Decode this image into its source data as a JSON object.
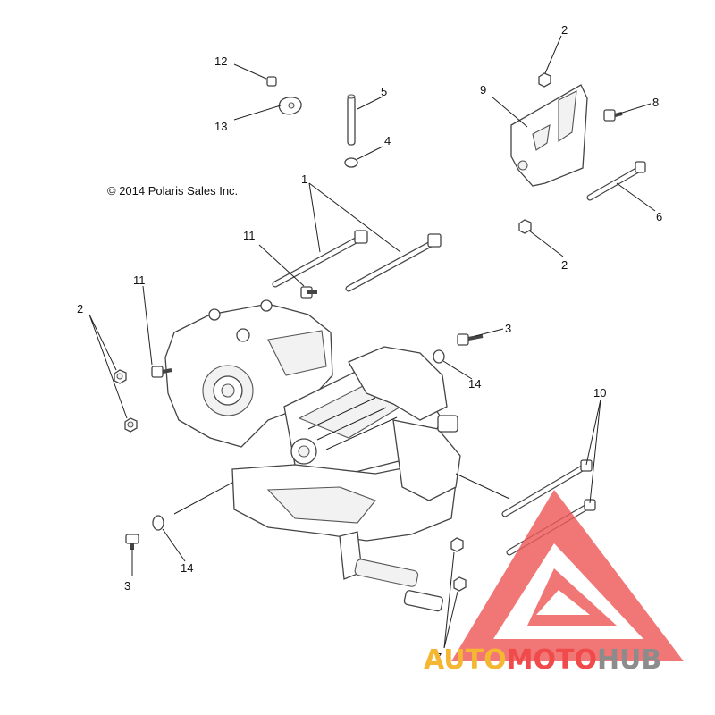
{
  "copyright": "© 2014 Polaris Sales Inc.",
  "callouts": {
    "c1": "1",
    "c2a": "2",
    "c2b": "2",
    "c2c": "2",
    "c3a": "3",
    "c3b": "3",
    "c4": "4",
    "c5": "5",
    "c6": "6",
    "c7": "7",
    "c8": "8",
    "c9": "9",
    "c10": "10",
    "c11a": "11",
    "c11b": "11",
    "c12": "12",
    "c13": "13",
    "c14a": "14",
    "c14b": "14"
  },
  "watermark": {
    "part1": "AUTO",
    "part2": "MOTO",
    "part3": "HUB",
    "color_auto": "#f5b731",
    "color_moto": "#f04a4a",
    "color_hub": "#8c8c8c",
    "logo_color": "#ee5a5a"
  }
}
